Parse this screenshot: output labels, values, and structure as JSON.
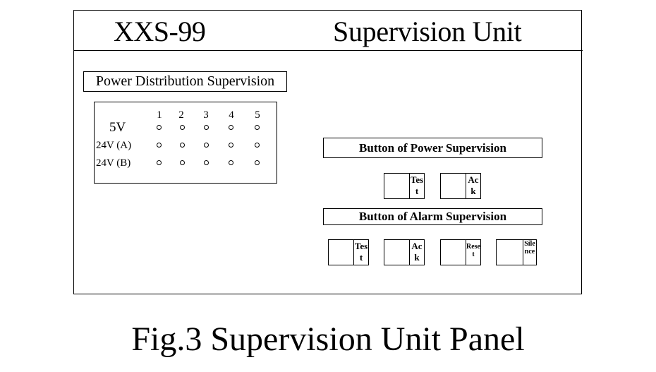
{
  "header": {
    "model": "XXS-99",
    "title": "Supervision Unit"
  },
  "power_distribution": {
    "title": "Power Distribution Supervision",
    "columns": [
      "1",
      "2",
      "3",
      "4",
      "5"
    ],
    "rows": [
      {
        "label": "5V",
        "indicators": 5
      },
      {
        "label": "24V (A)",
        "indicators": 5
      },
      {
        "label": "24V (B)",
        "indicators": 5
      }
    ]
  },
  "power_buttons": {
    "title": "Button of Power Supervision",
    "buttons": [
      {
        "label": "Test"
      },
      {
        "label": "Ack"
      }
    ]
  },
  "alarm_buttons": {
    "title": "Button of Alarm Supervision",
    "buttons": [
      {
        "label": "Test"
      },
      {
        "label": "Ack"
      },
      {
        "label": "Reset"
      },
      {
        "label": "Silence"
      }
    ]
  },
  "caption": "Fig.3 Supervision Unit Panel"
}
